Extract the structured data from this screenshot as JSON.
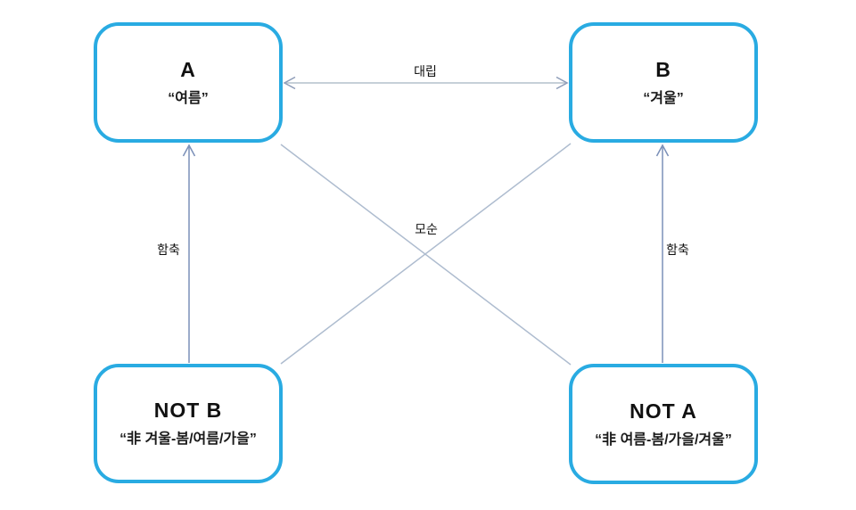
{
  "colors": {
    "box_border": "#29abe2",
    "opposition_line": "#b4c0cb",
    "implication_line": "#7b90b8",
    "contradiction_line": "#aebccf",
    "arrowhead": "#8d9cb8",
    "text": "#111111"
  },
  "nodes": {
    "a": {
      "title": "A",
      "subtitle": "“여름”"
    },
    "b": {
      "title": "B",
      "subtitle": "“겨울”"
    },
    "not_b": {
      "title": "NOT B",
      "subtitle": "“非 겨울-봄/여름/가을”"
    },
    "not_a": {
      "title": "NOT A",
      "subtitle": "“非 여름-봄/가을/겨울”"
    }
  },
  "edges": {
    "opposition": {
      "label": "대립"
    },
    "contradiction": {
      "label": "모순"
    },
    "implication_left": {
      "label": "함축"
    },
    "implication_right": {
      "label": "함축"
    }
  }
}
